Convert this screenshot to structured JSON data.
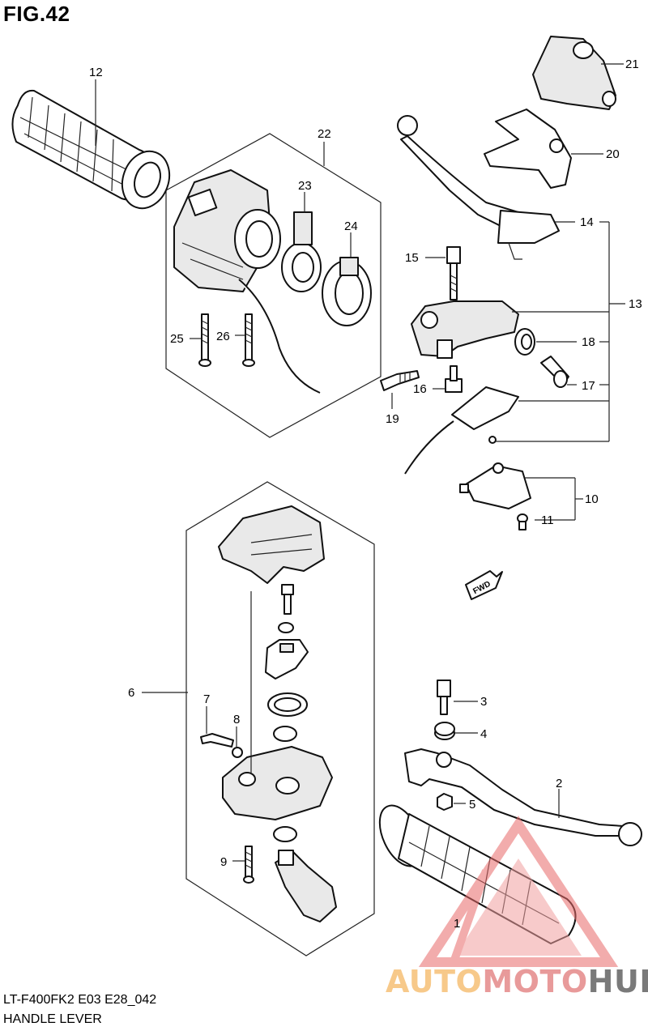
{
  "figure": {
    "title": "FIG.42",
    "model_code": "LT-F400FK2 E03 E28_042",
    "section_title": "HANDLE LEVER"
  },
  "watermark": {
    "part_a": "AUTO",
    "part_b": "MOTO",
    "part_c": "HUB"
  },
  "direction_badge": "FWD",
  "callouts": {
    "c1": "1",
    "c2": "2",
    "c3": "3",
    "c4": "4",
    "c5": "5",
    "c6": "6",
    "c7": "7",
    "c8": "8",
    "c9": "9",
    "c10": "10",
    "c11": "11",
    "c12": "12",
    "c13": "13",
    "c14": "14",
    "c15": "15",
    "c16": "16",
    "c17": "17",
    "c18": "18",
    "c19": "19",
    "c20": "20",
    "c21": "21",
    "c22": "22",
    "c23": "23",
    "c24": "24",
    "c25": "25",
    "c26": "26"
  },
  "colors": {
    "line": "#111111",
    "watermark_orange": "#f7c98a",
    "watermark_red": "#e89a9a",
    "watermark_gray": "#7a7a7a"
  }
}
